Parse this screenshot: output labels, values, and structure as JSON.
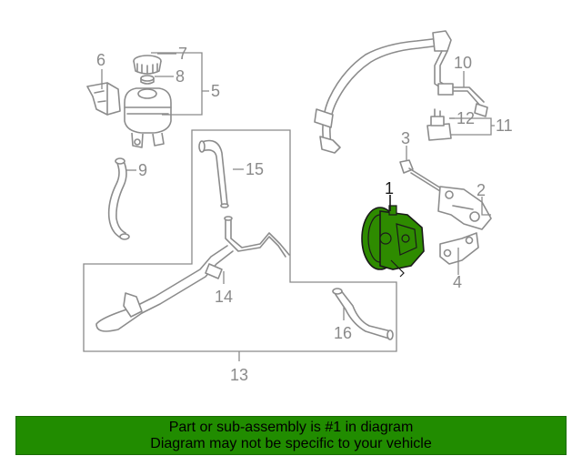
{
  "callouts": {
    "c1": "1",
    "c2": "2",
    "c3": "3",
    "c4": "4",
    "c5": "5",
    "c6": "6",
    "c7": "7",
    "c8": "8",
    "c9": "9",
    "c10": "10",
    "c11": "11",
    "c12": "12",
    "c13": "13",
    "c14": "14",
    "c15": "15",
    "c16": "16"
  },
  "banner": {
    "line1": "Part or sub-assembly is #1 in diagram",
    "line2": "Diagram may not be specific to your vehicle"
  },
  "colors": {
    "banner_bg": "#218c00",
    "highlight_part": "#2e8b00",
    "line_art": "#8c8c8c"
  }
}
